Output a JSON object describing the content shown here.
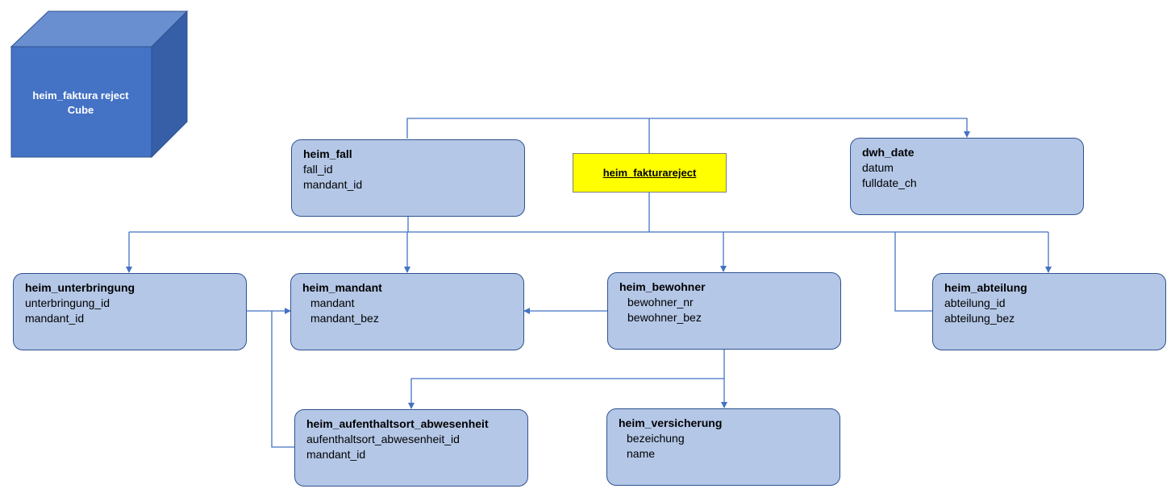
{
  "cube": {
    "title": "heim_faktura reject",
    "subtitle": "Cube"
  },
  "fact_table": {
    "name": "heim_fakturareject"
  },
  "tables": {
    "heim_fall": {
      "name": "heim_fall",
      "fields": [
        "fall_id",
        "mandant_id"
      ]
    },
    "dwh_date": {
      "name": "dwh_date",
      "fields": [
        "datum",
        "fulldate_ch"
      ]
    },
    "heim_unterbringung": {
      "name": "heim_unterbringung",
      "fields": [
        "unterbringung_id",
        "mandant_id"
      ]
    },
    "heim_mandant": {
      "name": "heim_mandant",
      "fields": [
        "mandant",
        "mandant_bez"
      ]
    },
    "heim_bewohner": {
      "name": "heim_bewohner",
      "fields": [
        "bewohner_nr",
        "bewohner_bez"
      ]
    },
    "heim_abteilung": {
      "name": "heim_abteilung",
      "fields": [
        "abteilung_id",
        "abteilung_bez"
      ]
    },
    "heim_aufenthaltsort_abwesenheit": {
      "name": "heim_aufenthaltsort_abwesenheit",
      "fields": [
        "aufenthaltsort_abwesenheit_id",
        "mandant_id"
      ]
    },
    "heim_versicherung": {
      "name": "heim_versicherung",
      "fields": [
        "bezeichung",
        "name"
      ]
    }
  },
  "colors": {
    "cube_front": "#4472c4",
    "cube_top": "#6a8fd0",
    "cube_side": "#365fa8",
    "box_fill": "#b4c7e7",
    "box_border": "#2f528f",
    "fact_fill": "#ffff00",
    "line": "#4472c4"
  }
}
